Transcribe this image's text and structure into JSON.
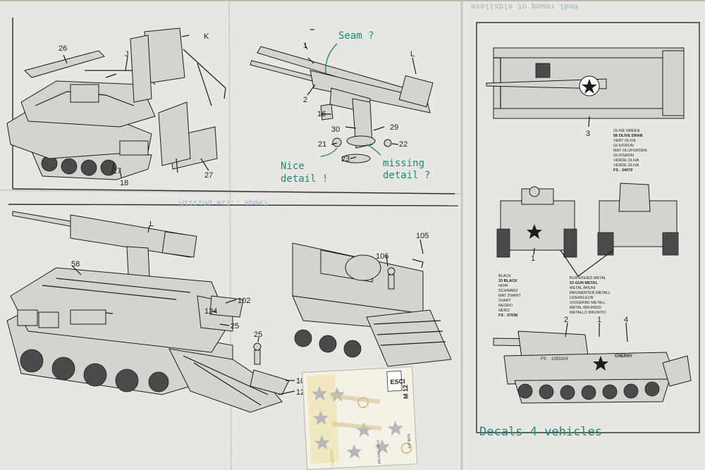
{
  "part_numbers": {
    "p26": "26",
    "pJ": "J",
    "pK": "K",
    "p17": "17",
    "p18": "18",
    "p27": "27",
    "p1a": "1",
    "p2a": "2",
    "pL1": "L",
    "p16": "16",
    "p30": "30",
    "p29": "29",
    "p21": "21",
    "p22": "22",
    "p23": "23",
    "p3": "3",
    "pL2": "L",
    "p58": "58",
    "p102": "102",
    "p124": "124",
    "p25a": "25",
    "p25b": "25",
    "p103": "103",
    "p125": "125",
    "p106": "106",
    "p105": "105",
    "p1b": "1",
    "p2b": "2",
    "p1c": "1",
    "p4": "4"
  },
  "handwritten": {
    "seam": "Seam ?",
    "nice_1": "Nice",
    "nice_2": "detail !",
    "missing_1": "missing",
    "missing_2": "detail ?",
    "decals": "Decals  4  vehicles"
  },
  "color_keys": {
    "olive": [
      "OLIVE GREEN",
      "58 OLIVE DRAB",
      "VERT OLIVE",
      "OLIVGRUN",
      "MAT OLIJFGROEN",
      "OLIVGRON",
      "VERDE OLIVA",
      "VERDE OLIVA",
      "FS - 34079"
    ],
    "black": [
      "BLACK",
      "33 BLACK",
      "NOIR",
      "SCHWARZ",
      "MAT ZWART",
      "SVART",
      "NEGRO",
      "NERO",
      "FS - 37038"
    ],
    "metal": [
      "BURNISHED METAL",
      "53 GUN METAL",
      "METAL BRUNI",
      "BRUNIERTER METALL",
      "IJZERKLEUR",
      "OXIDERAD METALL",
      "METAL BRUNIDO",
      "METALLO BRUNITO"
    ]
  },
  "vehicle_markings": {
    "serial": "1053324",
    "prefix": "FS",
    "name": "CHERRY"
  },
  "decal_sheet": {
    "code": "M 12",
    "origin": "MILANO ITALY",
    "kit": "KIT 8075",
    "name_label": "CHERRY"
  },
  "colors": {
    "paper": "#e8e6e1",
    "ink": "#1c1c1c",
    "pen": "#1a8a7a",
    "decal_yellow": "#efe0a0"
  }
}
